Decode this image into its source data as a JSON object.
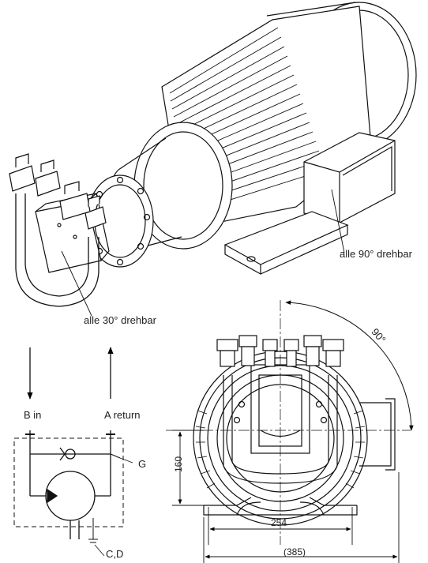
{
  "labels": {
    "rotate_90": "alle 90° drehbar",
    "rotate_30": "alle 30° drehbar",
    "port_b": "B in",
    "port_a": "A return",
    "port_g": "G",
    "port_cd": "C,D",
    "angle": "90°"
  },
  "dimensions": {
    "height": "160",
    "width_inner": "254",
    "width_overall": "(385)"
  }
}
